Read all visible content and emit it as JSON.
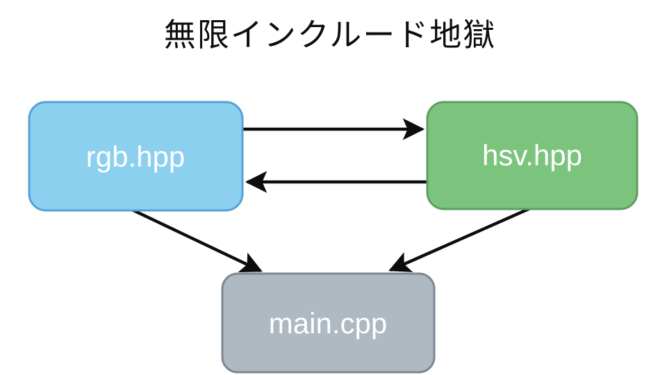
{
  "title": "無限インクルード地獄",
  "colors": {
    "background": "#ffffff",
    "title_text": "#0d0d0d",
    "arrow": "#0d0d0d",
    "node_label_text": "#ffffff"
  },
  "nodes": {
    "rgb": {
      "label": "rgb.hpp",
      "fill": "#8BD0EF",
      "border": "#56A0D8"
    },
    "hsv": {
      "label": "hsv.hpp",
      "fill": "#7CC47E",
      "border": "#5C9E60"
    },
    "main": {
      "label": "main.cpp",
      "fill": "#AFB9C1",
      "border": "#7D8790"
    }
  },
  "edges": [
    {
      "from": "rgb.hpp",
      "to": "hsv.hpp",
      "meaning": "rgb.hpp includes hsv.hpp"
    },
    {
      "from": "hsv.hpp",
      "to": "rgb.hpp",
      "meaning": "hsv.hpp includes rgb.hpp"
    },
    {
      "from": "rgb.hpp",
      "to": "main.cpp",
      "meaning": "rgb.hpp included by main.cpp"
    },
    {
      "from": "hsv.hpp",
      "to": "main.cpp",
      "meaning": "hsv.hpp included by main.cpp"
    }
  ]
}
